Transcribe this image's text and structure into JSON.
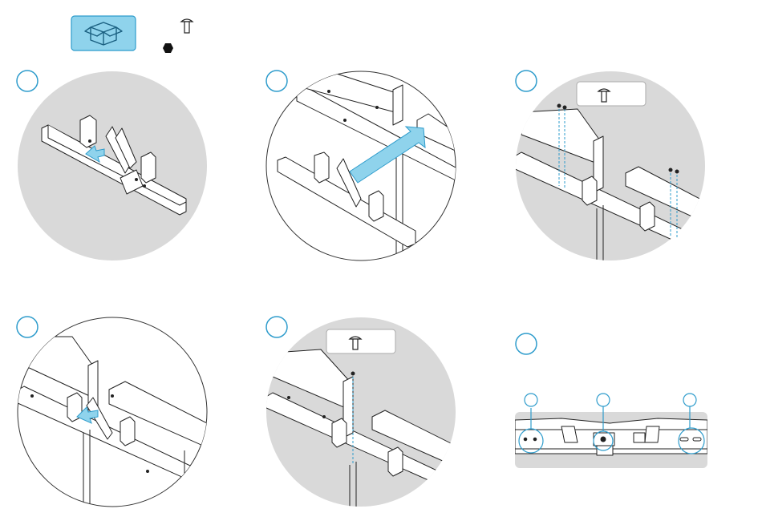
{
  "header": {
    "package_icon": "open-box-icon",
    "parts": [
      {
        "icon": "screw-icon"
      },
      {
        "icon": "hex-nut-icon"
      }
    ]
  },
  "colors": {
    "accent": "#8fd3ec",
    "accent_stroke": "#2e9ccc",
    "panel_gray": "#d9d9d9",
    "line": "#222222"
  },
  "steps": [
    {
      "step_icon": "step-marker-circle",
      "callout": null
    },
    {
      "step_icon": "step-marker-circle",
      "callout": null
    },
    {
      "step_icon": "step-marker-circle",
      "callout": "screw-icon"
    },
    {
      "step_icon": "step-marker-circle",
      "callout": null
    },
    {
      "step_icon": "step-marker-circle",
      "callout": "screw-icon"
    },
    {
      "step_icon": "step-marker-circle",
      "callout": null,
      "detail_markers": 3
    }
  ]
}
